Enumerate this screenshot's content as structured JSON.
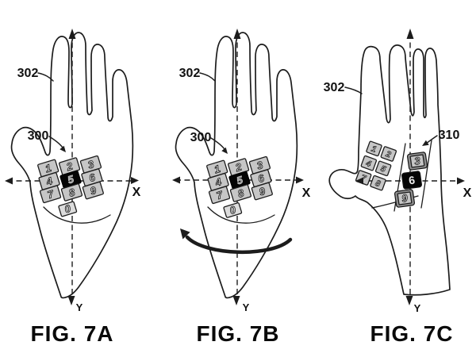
{
  "palette": {
    "bg": "#ffffff",
    "line": "#1c1c1c",
    "key-fill": "#c6c6c6",
    "key-zero": "#dcdcdc",
    "key-active": "#050505",
    "pad-side": "#8f8f8f",
    "digit": "#ededed",
    "digit-active": "#8e8e8e"
  },
  "figs": {
    "a": {
      "caption": "FIG. 7A",
      "ref_glove": "302",
      "ref_keypad": "300",
      "axis_x": "X",
      "axis_y": "Y",
      "keys": [
        "1",
        "2",
        "3",
        "4",
        "5",
        "6",
        "7",
        "8",
        "9"
      ],
      "zero": "0",
      "active_key": "5"
    },
    "b": {
      "caption": "FIG. 7B",
      "ref_glove": "302",
      "ref_keypad": "300",
      "axis_x": "X",
      "axis_y": "Y",
      "keys": [
        "1",
        "2",
        "3",
        "4",
        "5",
        "6",
        "7",
        "8",
        "9"
      ],
      "zero": "0",
      "active_key": "5"
    },
    "c": {
      "caption": "FIG. 7C",
      "ref_glove": "302",
      "ref_keypad": "310",
      "axis_x": "X",
      "axis_y": "Y",
      "keys_grid": [
        "1",
        "2",
        "4",
        "5",
        "7",
        "8"
      ],
      "keys_side": [
        "3",
        "6",
        "9"
      ],
      "active_key": "6"
    }
  }
}
